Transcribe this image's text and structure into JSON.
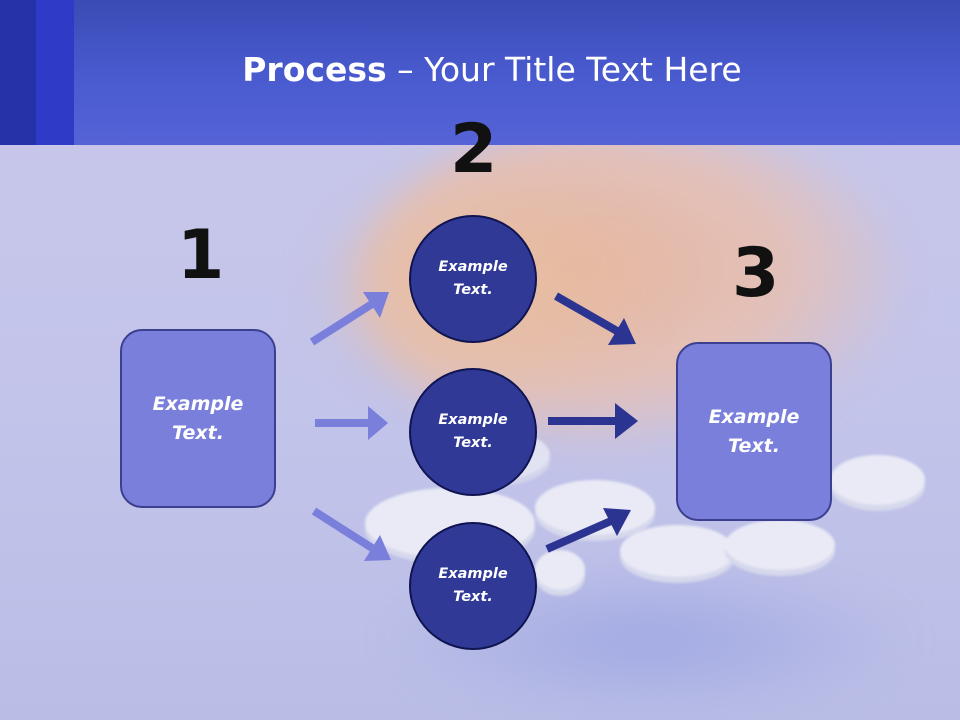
{
  "title": {
    "bold": "Process",
    "rest": " – Your Title Text Here"
  },
  "steps": [
    {
      "number": "1",
      "text": "Example Text."
    },
    {
      "number": "2",
      "items": [
        "Example Text.",
        "Example Text.",
        "Example Text."
      ]
    },
    {
      "number": "3",
      "text": "Example Text."
    }
  ],
  "colors": {
    "header": "#4a5bd0",
    "box_fill": "#7a7fdb",
    "circle_fill": "#303a96",
    "arrow_light": "#7a7fdb",
    "arrow_dark": "#2b3490"
  }
}
